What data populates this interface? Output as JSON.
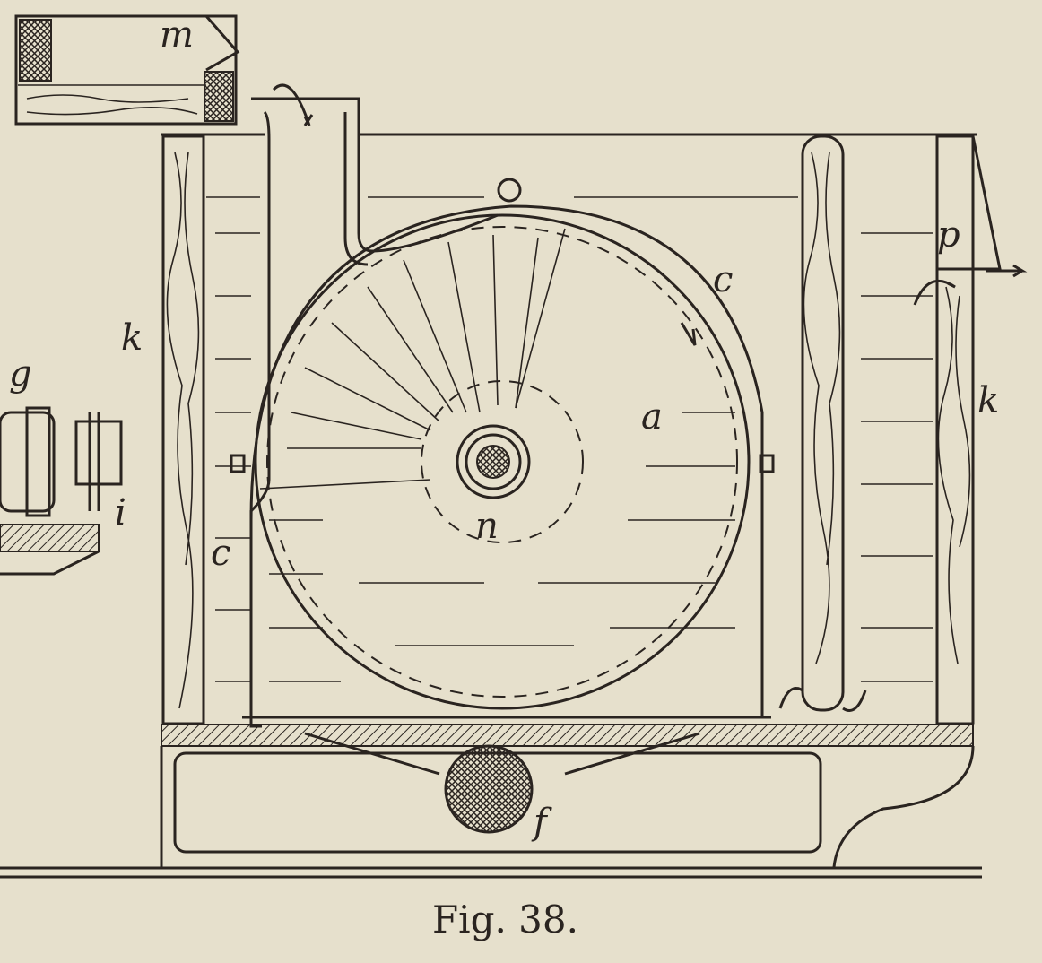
{
  "figure": {
    "caption": "Fig. 38.",
    "labels": {
      "m": "m",
      "p": "p",
      "c_top": "c",
      "c_left": "c",
      "k_left": "k",
      "k_right": "k",
      "g": "g",
      "i": "i",
      "a": "a",
      "n": "n",
      "f": "f"
    },
    "colors": {
      "paper": "#e6e0cc",
      "ink": "#2a2420"
    }
  }
}
